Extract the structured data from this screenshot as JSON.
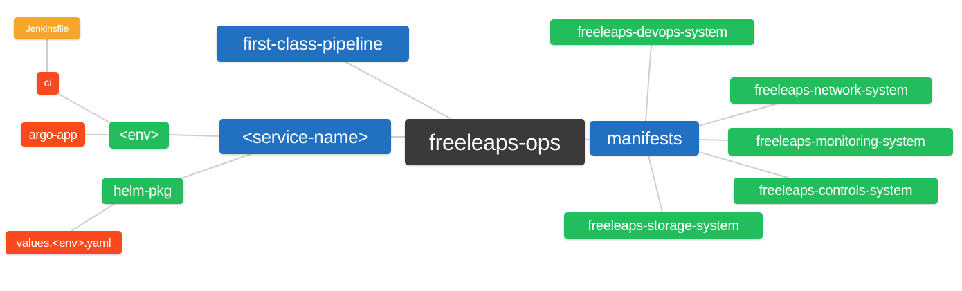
{
  "diagram": {
    "type": "mindmap",
    "root_label": "freeleaps-ops",
    "palette": {
      "blue": "#2270C2",
      "green": "#22BE5C",
      "dark": "#3B3A39",
      "red": "#FA491C",
      "orange": "#F5A62B",
      "edge": "#CFCFCF",
      "text": "#FFFFFF",
      "background": "#FFFFFF"
    },
    "nodes": [
      {
        "id": "jenkinsfile",
        "label": "Jenkinsfile",
        "color": "orange"
      },
      {
        "id": "ci",
        "label": "ci",
        "color": "red"
      },
      {
        "id": "argo-app",
        "label": "argo-app",
        "color": "red"
      },
      {
        "id": "env",
        "label": "<env>",
        "color": "green"
      },
      {
        "id": "first-class-pipeline",
        "label": "first-class-pipeline",
        "color": "blue"
      },
      {
        "id": "service-name",
        "label": "<service-name>",
        "color": "blue"
      },
      {
        "id": "helm-pkg",
        "label": "helm-pkg",
        "color": "green"
      },
      {
        "id": "values-env-yaml",
        "label": "values.<env>.yaml",
        "color": "red"
      },
      {
        "id": "freeleaps-ops",
        "label": "freeleaps-ops",
        "color": "dark"
      },
      {
        "id": "manifests",
        "label": "manifests",
        "color": "blue"
      },
      {
        "id": "freeleaps-devops-system",
        "label": "freeleaps-devops-system",
        "color": "green"
      },
      {
        "id": "freeleaps-network-system",
        "label": "freeleaps-network-system",
        "color": "green"
      },
      {
        "id": "freeleaps-monitoring-system",
        "label": "freeleaps-monitoring-system",
        "color": "green"
      },
      {
        "id": "freeleaps-controls-system",
        "label": "freeleaps-controls-system",
        "color": "green"
      },
      {
        "id": "freeleaps-storage-system",
        "label": "freeleaps-storage-system",
        "color": "green"
      }
    ],
    "edges": [
      {
        "from": "jenkinsfile",
        "to": "ci"
      },
      {
        "from": "ci",
        "to": "env"
      },
      {
        "from": "argo-app",
        "to": "env"
      },
      {
        "from": "env",
        "to": "service-name"
      },
      {
        "from": "helm-pkg",
        "to": "service-name"
      },
      {
        "from": "values-env-yaml",
        "to": "helm-pkg"
      },
      {
        "from": "first-class-pipeline",
        "to": "freeleaps-ops"
      },
      {
        "from": "service-name",
        "to": "freeleaps-ops"
      },
      {
        "from": "freeleaps-ops",
        "to": "manifests"
      },
      {
        "from": "manifests",
        "to": "freeleaps-devops-system"
      },
      {
        "from": "manifests",
        "to": "freeleaps-network-system"
      },
      {
        "from": "manifests",
        "to": "freeleaps-monitoring-system"
      },
      {
        "from": "manifests",
        "to": "freeleaps-controls-system"
      },
      {
        "from": "manifests",
        "to": "freeleaps-storage-system"
      }
    ]
  }
}
